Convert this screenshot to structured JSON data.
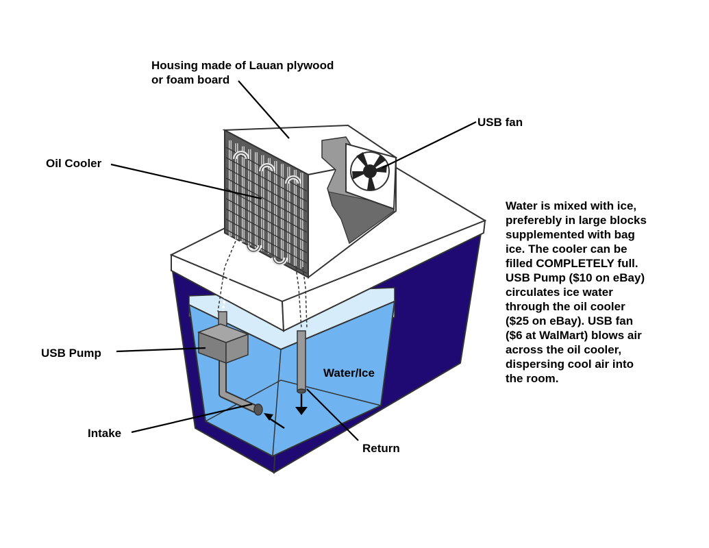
{
  "labels": {
    "housing": [
      "Housing made of Lauan plywood",
      "or foam board"
    ],
    "usb_fan": "USB fan",
    "oil_cooler": "Oil Cooler",
    "usb_pump": "USB Pump",
    "water_ice": "Water/Ice",
    "intake": "Intake",
    "return": "Return"
  },
  "description_lines": [
    "Water is mixed with ice,",
    "preferebly in large blocks",
    "supplemented with bag",
    "ice. The cooler can be",
    "filled COMPLETELY full.",
    "USB Pump ($10 on eBay)",
    "circulates ice water",
    "through the oil cooler",
    "($25 on eBay). USB fan",
    "($6 at WalMart) blows air",
    "across the oil cooler,",
    "dispersing cool air into",
    "the room."
  ],
  "colors": {
    "cooler_body": "#1f0a73",
    "water": "#6fb3f0",
    "water_light": "#d7ecfb",
    "lid": "#ffffff",
    "housing_gray": "#9a9a9a",
    "housing_dark": "#6b6b6b",
    "pump": "#8a8a8a"
  }
}
